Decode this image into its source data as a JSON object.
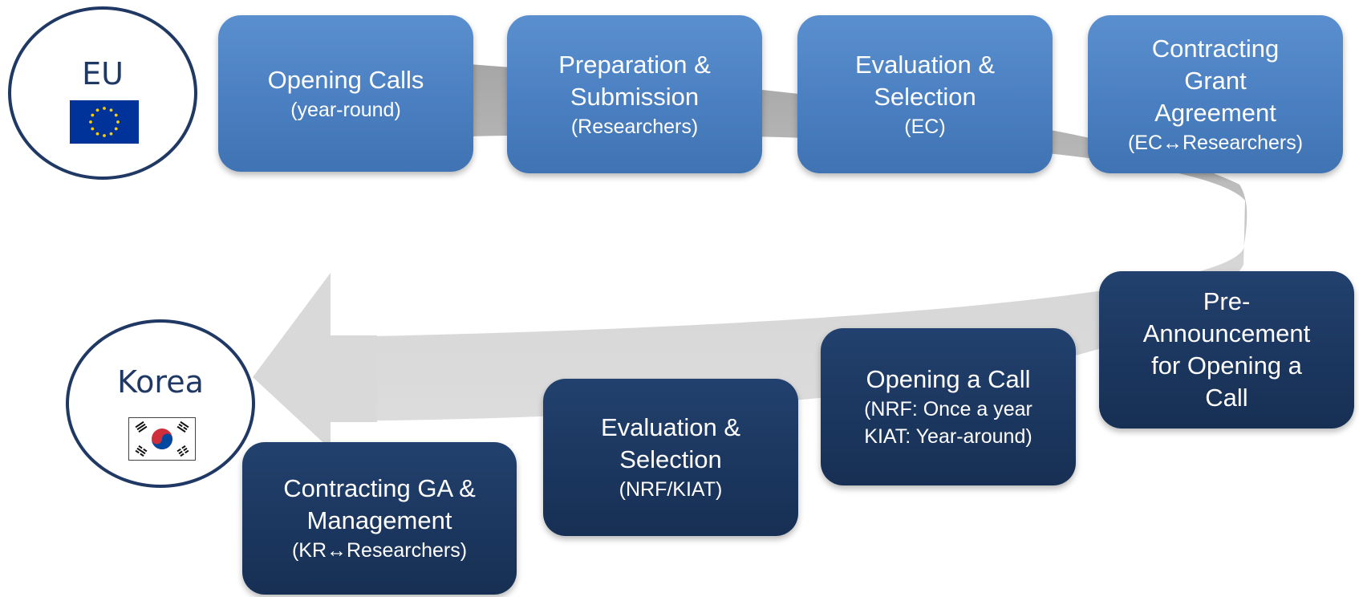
{
  "eu": {
    "label": "EU",
    "steps": [
      {
        "title_lines": [
          "Opening Calls"
        ],
        "detail_lines": [
          "(year-round)"
        ]
      },
      {
        "title_lines": [
          "Preparation &",
          "Submission"
        ],
        "detail_lines": [
          "(Researchers)"
        ]
      },
      {
        "title_lines": [
          "Evaluation &",
          "Selection"
        ],
        "detail_lines": [
          "(EC)"
        ]
      },
      {
        "title_lines": [
          "Contracting",
          "Grant",
          "Agreement"
        ],
        "detail_lines": [
          "(EC↔Researchers)"
        ]
      }
    ]
  },
  "korea": {
    "label": "Korea",
    "steps": [
      {
        "title_lines": [
          "Pre-",
          "Announcement",
          "for Opening a",
          "Call"
        ],
        "detail_lines": []
      },
      {
        "title_lines": [
          "Opening a Call"
        ],
        "detail_lines": [
          "(NRF: Once a year",
          "KIAT: Year-around)"
        ]
      },
      {
        "title_lines": [
          "Evaluation &",
          "Selection"
        ],
        "detail_lines": [
          "(NRF/KIAT)"
        ]
      },
      {
        "title_lines": [
          "Contracting GA &",
          "Management"
        ],
        "detail_lines": [
          "(KR↔Researchers)"
        ]
      }
    ]
  },
  "colors": {
    "eu_box": "#4f86c6",
    "korea_box": "#1b365e",
    "circle_border": "#1f3864",
    "arrow_dark": "#a6a6a6",
    "arrow_light": "#d9d9d9",
    "eu_flag_blue": "#003399",
    "eu_flag_star": "#ffcc00"
  }
}
